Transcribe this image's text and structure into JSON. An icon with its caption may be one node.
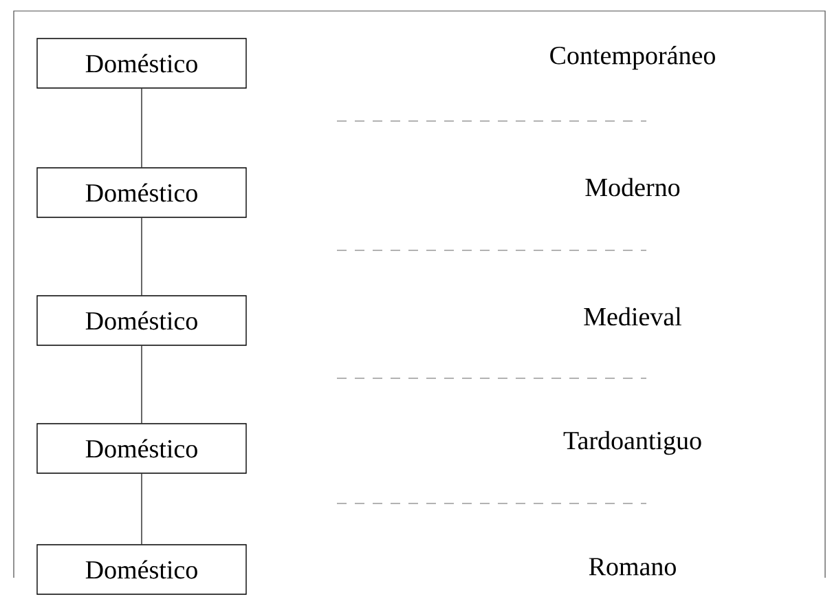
{
  "diagram": {
    "nodes": [
      {
        "text": [
          "Doméstico"
        ]
      },
      {
        "text": [
          "Doméstico"
        ]
      },
      {
        "text": [
          "Doméstico"
        ]
      },
      {
        "text": [
          "Doméstico"
        ]
      },
      {
        "text": [
          "Doméstico"
        ]
      }
    ],
    "edges": [
      {
        "from": 0,
        "to": 1,
        "arrow": "none"
      },
      {
        "from": 1,
        "to": 2,
        "arrow": "none"
      },
      {
        "from": 2,
        "to": 3,
        "arrow": "none"
      },
      {
        "from": 3,
        "to": 4,
        "arrow": "none"
      }
    ],
    "labels": [
      "Contemporáneo",
      "Moderno",
      "Medieval",
      "Tardoantiguo",
      "Romano"
    ]
  }
}
